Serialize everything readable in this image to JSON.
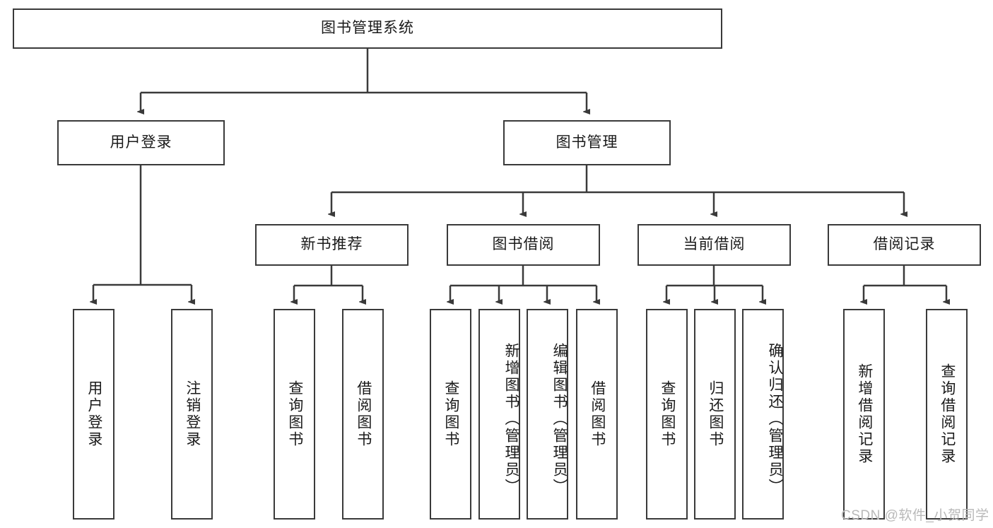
{
  "diagram": {
    "title": "图书管理系统",
    "type": "hierarchy-tree",
    "watermark": "CSDN @软件_小贺同学",
    "levels": {
      "root": {
        "label": "图书管理系统"
      },
      "level2": [
        {
          "label": "用户登录"
        },
        {
          "label": "图书管理"
        }
      ],
      "level3": [
        {
          "label": "新书推荐"
        },
        {
          "label": "图书借阅"
        },
        {
          "label": "当前借阅"
        },
        {
          "label": "借阅记录"
        }
      ],
      "leaves": {
        "user_login": [
          {
            "label": "用户登录"
          },
          {
            "label": "注销登录"
          }
        ],
        "new_book_recommend": [
          {
            "label": "查询图书"
          },
          {
            "label": "借阅图书"
          }
        ],
        "book_borrow": [
          {
            "label": "查询图书"
          },
          {
            "label": "新增图书（管理员）"
          },
          {
            "label": "编辑图书（管理员）"
          },
          {
            "label": "借阅图书"
          }
        ],
        "current_borrow": [
          {
            "label": "查询图书"
          },
          {
            "label": "归还图书"
          },
          {
            "label": "确认归还（管理员）"
          }
        ],
        "borrow_record": [
          {
            "label": "新增借阅记录"
          },
          {
            "label": "查询借阅记录"
          }
        ]
      }
    },
    "colors": {
      "stroke": "#3a3a3a",
      "fill": "#ffffff",
      "text": "#1a1a1a",
      "watermark": "#b9b9b9"
    }
  }
}
